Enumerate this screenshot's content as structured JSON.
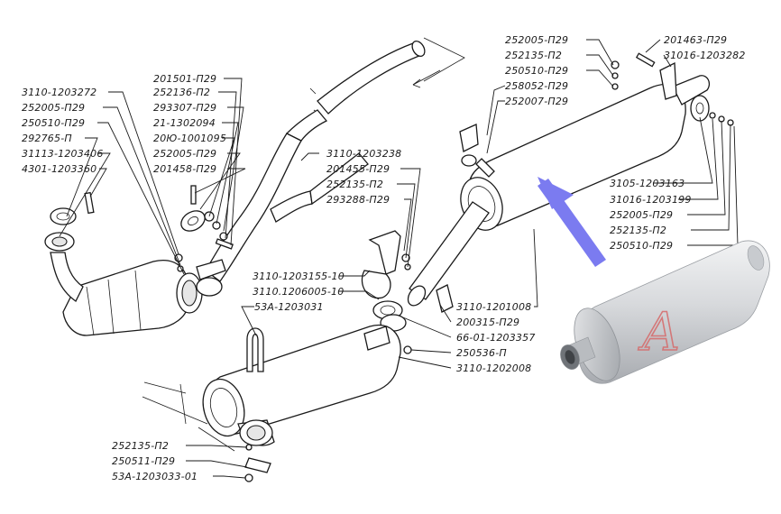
{
  "colors": {
    "line": "#1a1a1a",
    "arrow": "#7b7bf0",
    "muffler_metal": "#d7d9dc",
    "watermark": "#d66a6a"
  },
  "callouts_left": [
    "3110-1203272",
    "252005-П29",
    "250510-П29",
    "292765-П",
    "31113-1203406",
    "4301-1203360"
  ],
  "callouts_center": [
    "201501-П29",
    "252136-П2",
    "293307-П29",
    "21-1302094",
    "20Ю-1001095",
    "252005-П29",
    "201458-П29"
  ],
  "callouts_middle": [
    "3110-1203238",
    "201455-П29",
    "252135-П2",
    "293288-П29"
  ],
  "callouts_top_right": [
    "252005-П29",
    "252135-П2",
    "250510-П29",
    "258052-П29",
    "252007-П29"
  ],
  "callouts_far_right_top": [
    "201463-П29",
    "31016-1203282"
  ],
  "callouts_right": [
    "3105-1203163",
    "31016-1203199",
    "252005-П29",
    "252135-П2",
    "250510-П29"
  ],
  "callouts_lower_middle": [
    "3110-1203155-10",
    "3110.1206005-10",
    "53А-1203031"
  ],
  "callouts_lower_right": [
    "3110-1201008",
    "200315-П29",
    "66-01-1203357",
    "250536-П",
    "3110-1202008"
  ],
  "callouts_bottom": [
    "252135-П2",
    "250511-П29",
    "53А-1203033-01"
  ],
  "icons": {
    "pointer": "arrow-icon",
    "watermark": "letter-a-logo"
  },
  "watermark_letter": "A"
}
